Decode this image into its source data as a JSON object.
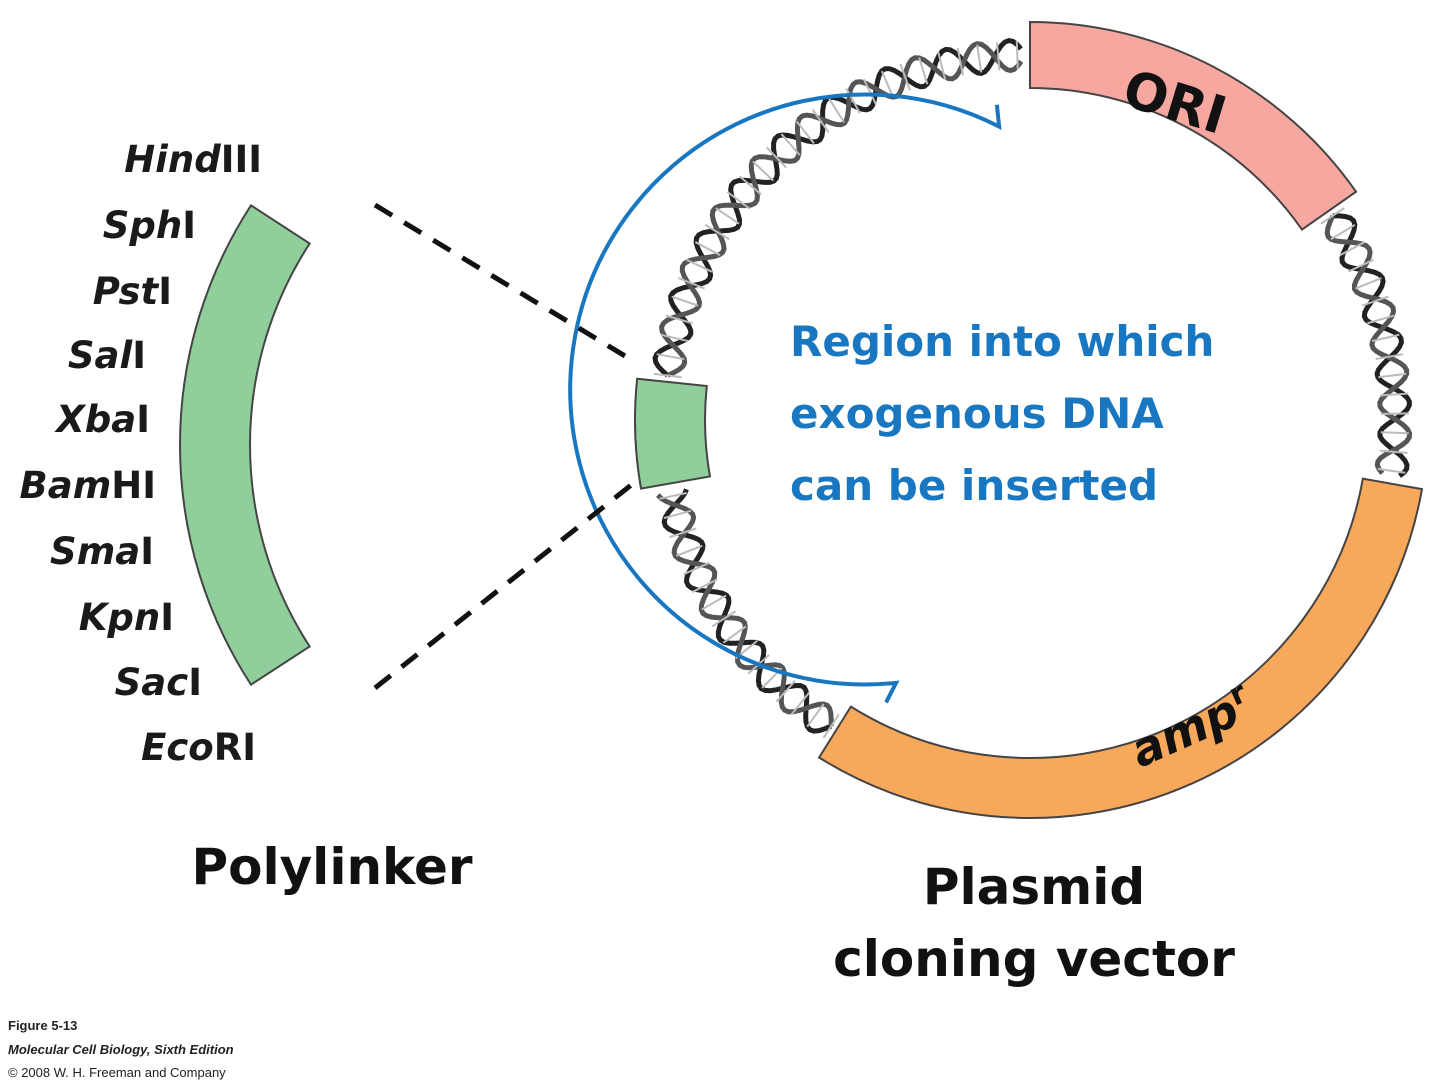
{
  "polylinker": {
    "label": "Polylinker",
    "enzymes": [
      {
        "italic": "Hind",
        "suffix": "III"
      },
      {
        "italic": "Sph",
        "suffix": "I"
      },
      {
        "italic": "Pst",
        "suffix": "I"
      },
      {
        "italic": "Sal",
        "suffix": "I"
      },
      {
        "italic": "Xba",
        "suffix": "I"
      },
      {
        "italic": "Bam",
        "suffix": "HI"
      },
      {
        "italic": "Sma",
        "suffix": "I"
      },
      {
        "italic": "Kpn",
        "suffix": "I"
      },
      {
        "italic": "Sac",
        "suffix": "I"
      },
      {
        "italic": "Eco",
        "suffix": "RI"
      }
    ],
    "color": "#90cf9b"
  },
  "plasmid": {
    "label_line1": "Plasmid",
    "label_line2": "cloning vector",
    "ori_label": "ORI",
    "ori_color": "#f6a8a0",
    "amp_label": "amp",
    "amp_superscript": "r",
    "amp_color": "#f8a85a",
    "insert_color": "#90cf9b"
  },
  "region": {
    "line1": "Region into which",
    "line2": "exogenous DNA",
    "line3": "can  be inserted",
    "color": "#1877c0"
  },
  "caption": {
    "figure": "Figure 5-13",
    "book": "Molecular Cell Biology, Sixth Edition",
    "copyright": "© 2008 W. H. Freeman and Company"
  }
}
